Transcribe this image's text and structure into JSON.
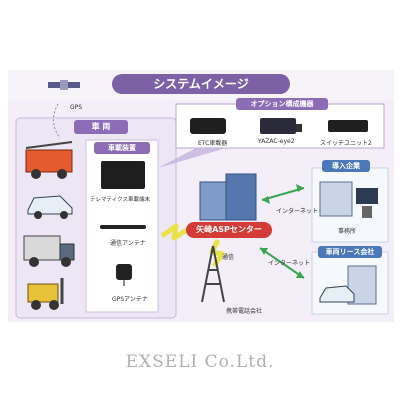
{
  "title": "システムイメージ",
  "gps_label": "GPS",
  "vehicle_header": "車 両",
  "onboard_header": "車載装置",
  "option_header": "オプション構成機器",
  "devices": {
    "telematics": "テレマティクス車載端末",
    "comm_antenna": "通信アンテナ",
    "gps_antenna": "GPSアンテナ"
  },
  "options": [
    {
      "label": "ETC車載器"
    },
    {
      "label": "YAZAC-eye2"
    },
    {
      "label": "スイッチユニット2"
    }
  ],
  "center_label": "矢崎ASPセンター",
  "internet_label_1": "インターネット",
  "internet_label_2": "インターネット",
  "comm_label": "通信",
  "carrier_label": "携帯電話会社",
  "adopter_header": "導入企業",
  "office_label": "事務所",
  "lease_header": "車両リース会社",
  "watermark": "EXSELI Co.Ltd.",
  "colors": {
    "purple": "#7d61a6",
    "blue": "#4b78b9",
    "red": "#d43a36",
    "yellow": "#e9e24a",
    "green": "#38a64f"
  }
}
